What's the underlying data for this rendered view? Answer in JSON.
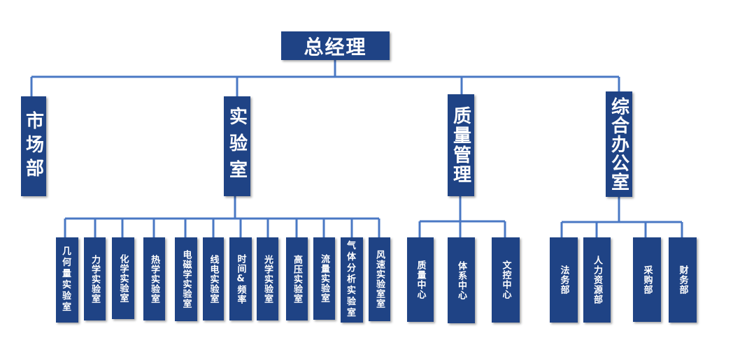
{
  "chart": {
    "top": "总经理",
    "departments": [
      "市场部",
      "实验室",
      "质量管理",
      "综合办公室"
    ],
    "lab_units": [
      "几何量实验室",
      "力学实验室",
      "化学实验室",
      "热学实验室",
      "电磁学实验室",
      "线电实验室",
      "时间&频率",
      "光学实验室",
      "高压实验室",
      "流量实验室",
      "气体分析实验室",
      "风速实验室室"
    ],
    "quality_units": [
      "质量中心",
      "体系中心",
      "文控中心"
    ],
    "office_units": [
      "法务部",
      "人力资源部",
      "采购部",
      "财务部"
    ]
  },
  "colors": {
    "box": "#1f4385",
    "line": "#4a78c4"
  }
}
